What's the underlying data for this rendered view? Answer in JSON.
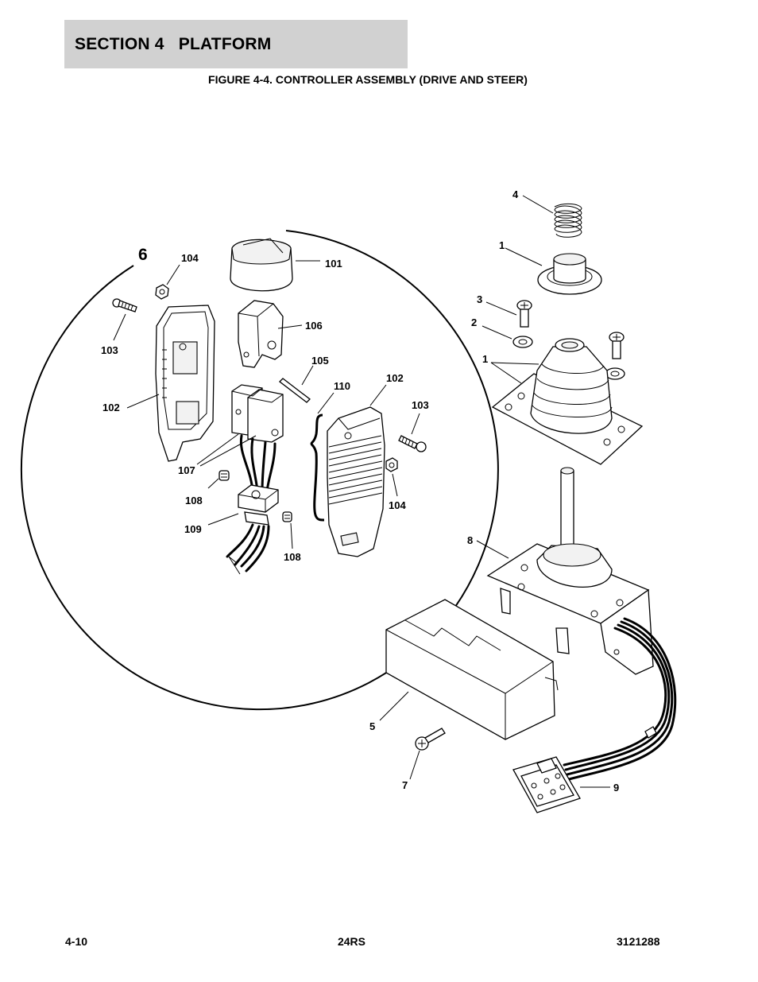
{
  "header": {
    "section": "SECTION 4   PLATFORM"
  },
  "figure": {
    "title": "FIGURE 4-4. CONTROLLER ASSEMBLY (DRIVE AND STEER)"
  },
  "callouts": {
    "detail": "6",
    "p1": "1",
    "p1b": "1",
    "p2": "2",
    "p3": "3",
    "p4": "4",
    "p5": "5",
    "p7": "7",
    "p8": "8",
    "p9": "9",
    "p101": "101",
    "p102a": "102",
    "p102b": "102",
    "p103a": "103",
    "p103b": "103",
    "p104a": "104",
    "p104b": "104",
    "p105": "105",
    "p106": "106",
    "p107": "107",
    "p108a": "108",
    "p108b": "108",
    "p109": "109",
    "p110": "110"
  },
  "footer": {
    "page": "4-10",
    "model": "24RS",
    "doc_number": "3121288"
  }
}
